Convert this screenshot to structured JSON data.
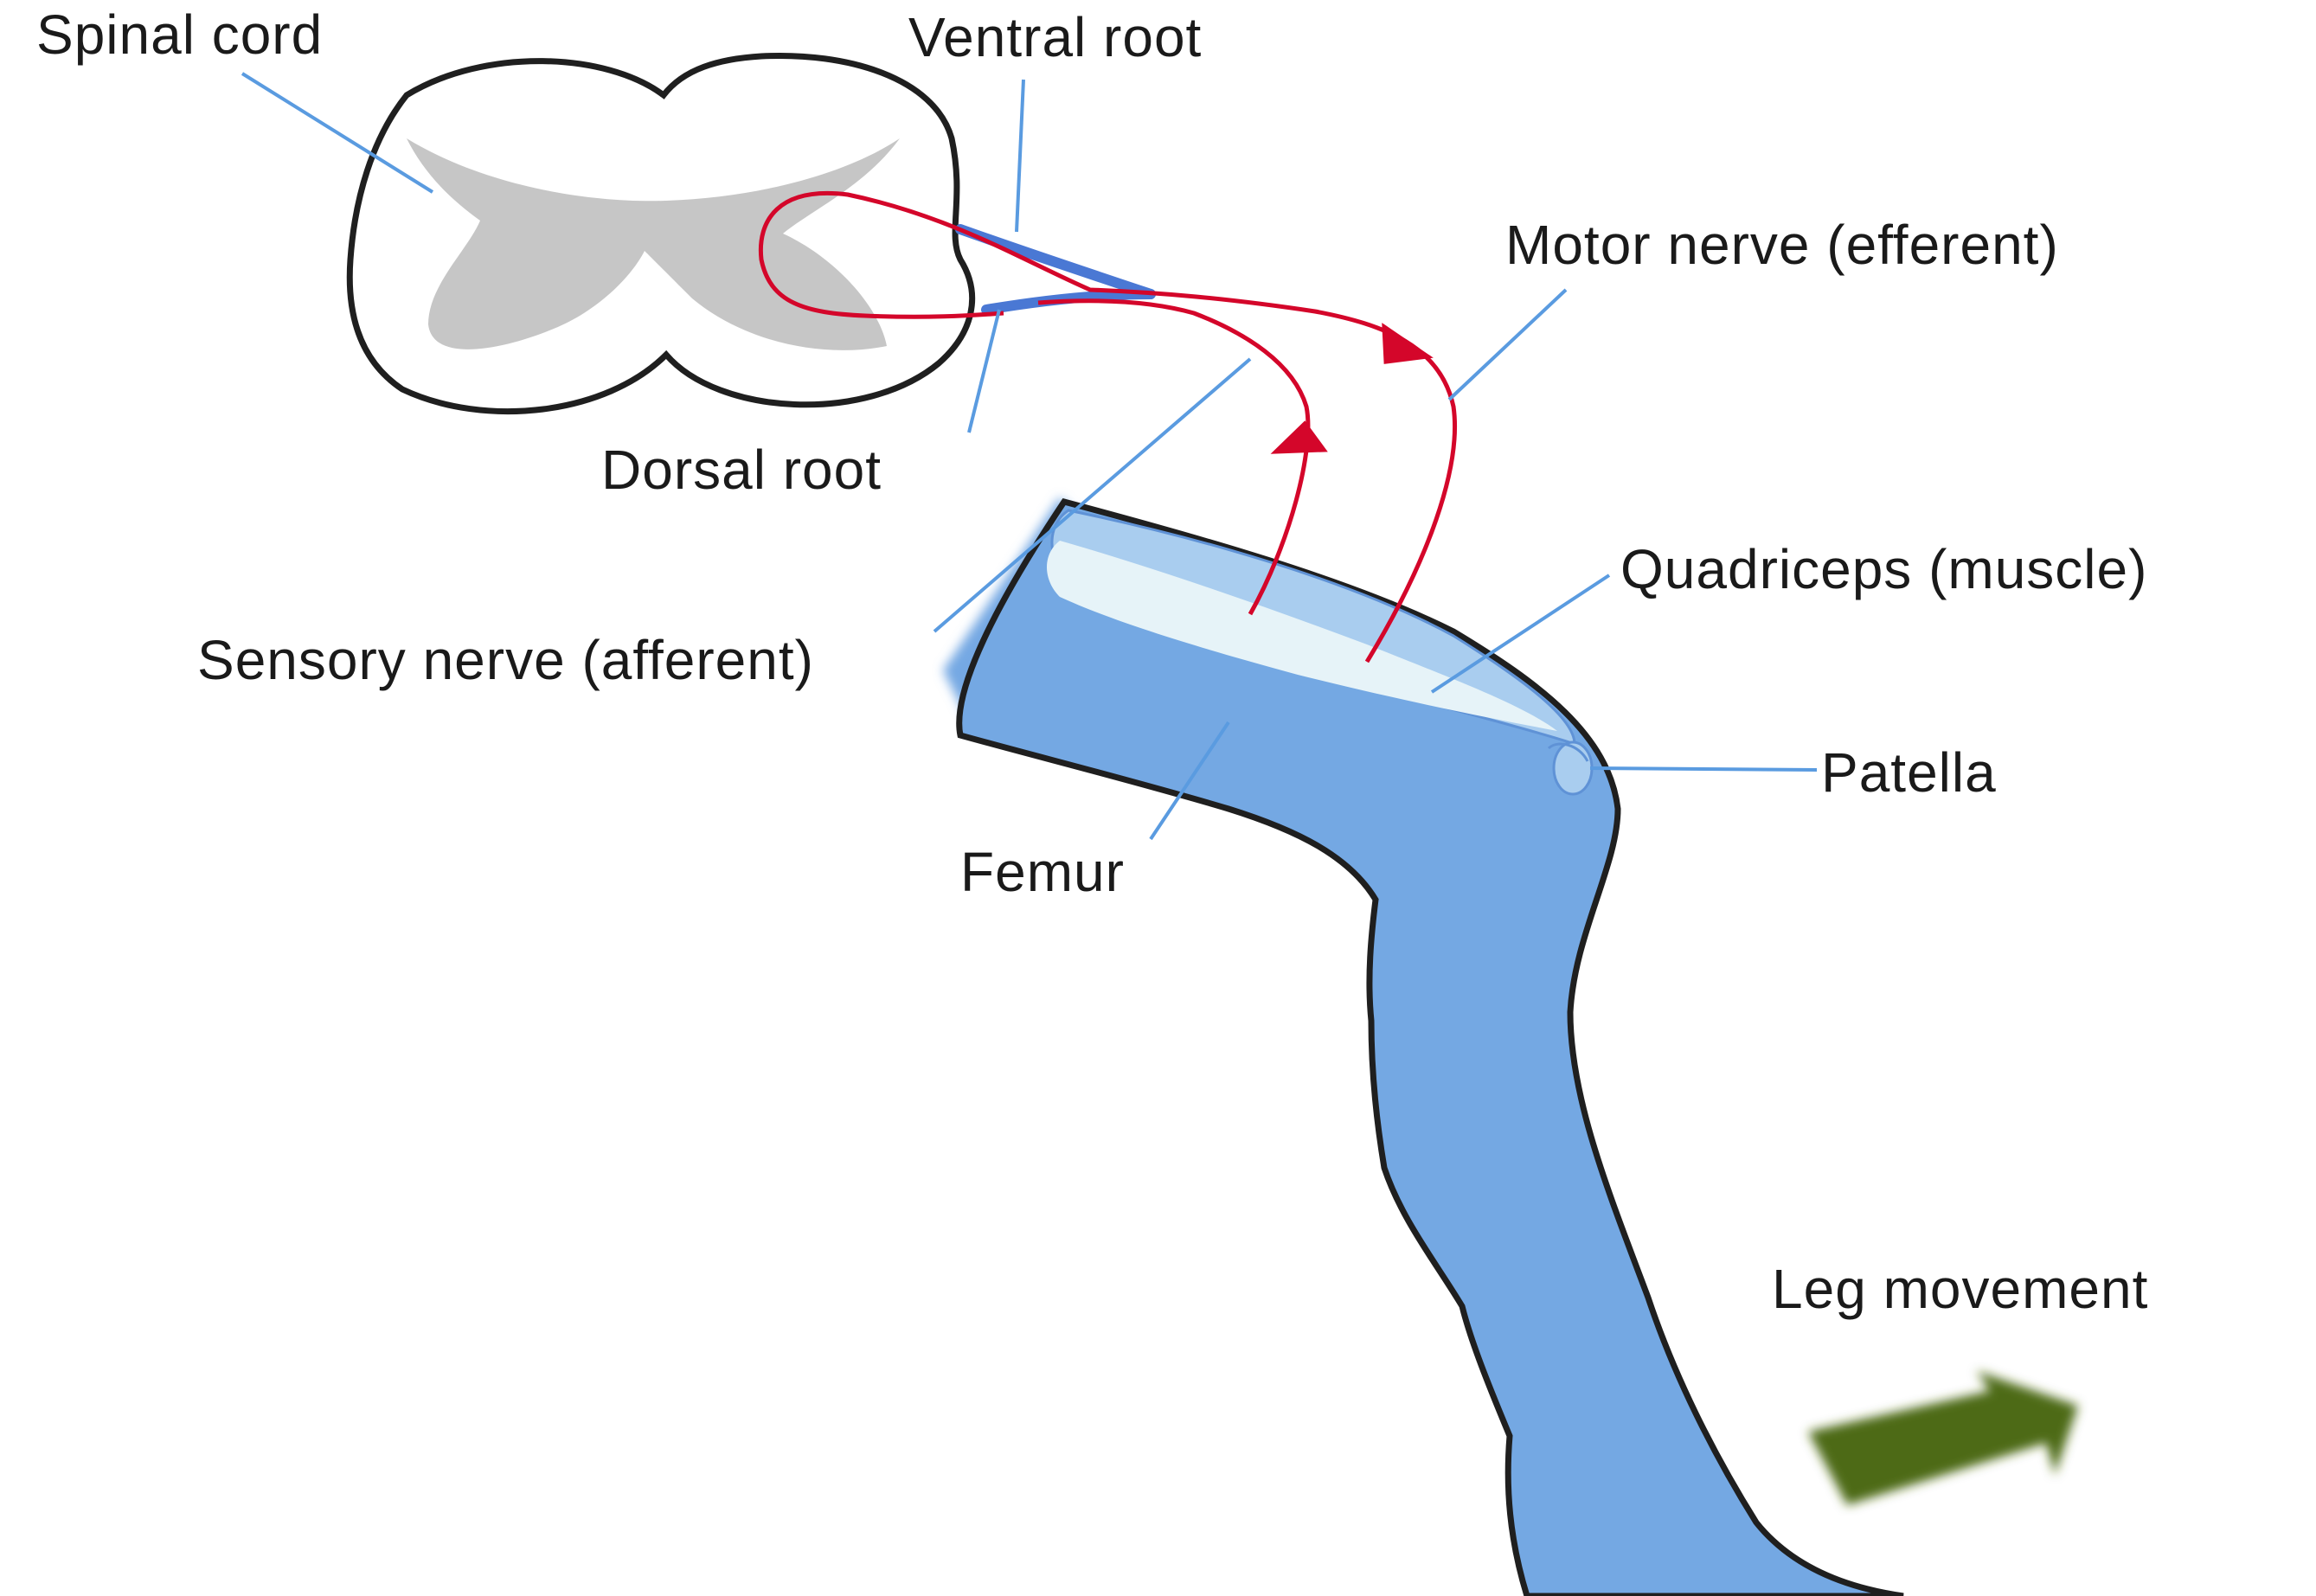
{
  "labels": {
    "spinal_cord": "Spinal cord",
    "ventral_root": "Ventral root",
    "motor_nerve": "Motor nerve (efferent)",
    "dorsal_root": "Dorsal root",
    "quadriceps": "Quadriceps (muscle)",
    "sensory_nerve": "Sensory nerve (afferent)",
    "patella": "Patella",
    "femur": "Femur",
    "leg_movement": "Leg movement"
  },
  "colors": {
    "cord_fill": "#ffffff",
    "cord_outline": "#1f1f1f",
    "grey_matter": "#c6c6c6",
    "leg_fill": "#74a8e3",
    "muscle_fill": "#a9cdef",
    "muscle_inner": "#e6f3f8",
    "nerve": "#d4062a",
    "root": "#4a78d4",
    "leader": "#5a9be0",
    "arrow": "#4d6b12"
  }
}
